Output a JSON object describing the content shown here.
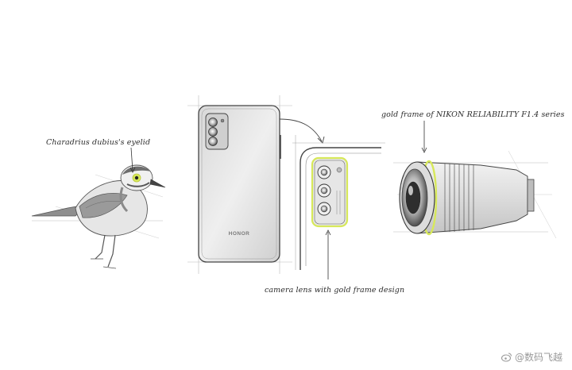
{
  "captions": {
    "bird": "Charadrius dubius's eyelid",
    "lens": "gold frame of NIKON RELIABILITY F1.4 series",
    "camera": "camera lens with gold frame design"
  },
  "phone": {
    "brand": "HONOR"
  },
  "watermark": {
    "text": "@数码飞越"
  },
  "colors": {
    "highlight": "#d7e85a",
    "sketch_line": "#555555",
    "body_light": "#e8e8e8",
    "body_dark": "#bdbdbd"
  }
}
